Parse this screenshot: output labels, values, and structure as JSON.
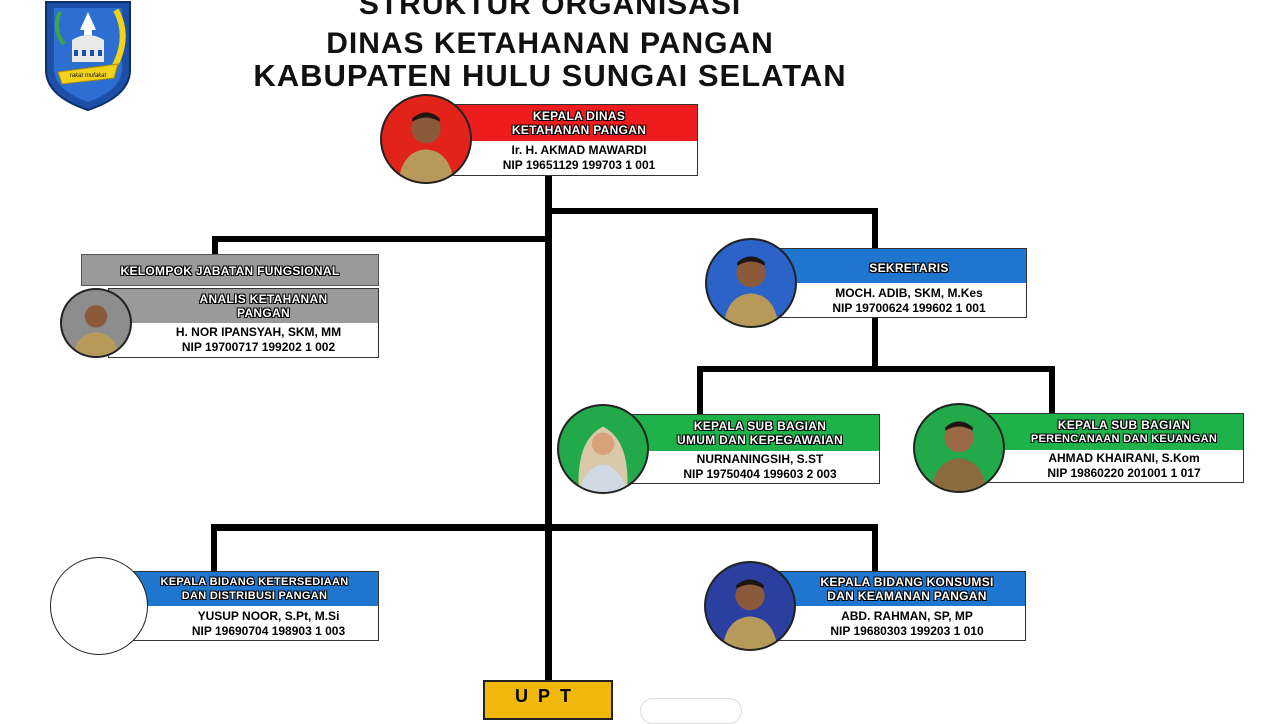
{
  "title": {
    "line1": "STRUKTUR ORGANISASI",
    "line2": "DINAS KETAHANAN PANGAN",
    "line3": "KABUPATEN HULU SUNGAI SELATAN"
  },
  "logo": {
    "ribbon_text": "rakat mufakat"
  },
  "kepala_dinas": {
    "title_line1": "KEPALA DINAS",
    "title_line2": "KETAHANAN PANGAN",
    "name": "Ir. H. AKMAD MAWARDI",
    "nip": "NIP 19651129 199703 1 001",
    "color": "#ee1c1c"
  },
  "fungsional": {
    "group_title": "KELOMPOK JABATAN FUNGSIONAL",
    "title_line1": "ANALIS KETAHANAN",
    "title_line2": "PANGAN",
    "name": "H. NOR IPANSYAH, SKM, MM",
    "nip": "NIP 19700717 199202 1 002",
    "color": "#9a9a9a"
  },
  "sekretaris": {
    "title": "SEKRETARIS",
    "name": "MOCH. ADIB, SKM, M.Kes",
    "nip": "NIP 19700624 199602 1 001",
    "color": "#1f76cf"
  },
  "subbag_umum": {
    "title_line1": "KEPALA SUB BAGIAN",
    "title_line2": "UMUM DAN KEPEGAWAIAN",
    "name": "NURNANINGSIH, S.ST",
    "nip": "NIP 19750404 199603 2 003",
    "color": "#20b24a"
  },
  "subbag_perencanaan": {
    "title_line1": "KEPALA SUB BAGIAN",
    "title_line2": "PERENCANAAN DAN KEUANGAN",
    "name": "AHMAD KHAIRANI, S.Kom",
    "nip": "NIP 19860220 201001 1 017",
    "color": "#20b24a"
  },
  "bidang_ketersediaan": {
    "title_line1": "KEPALA BIDANG KETERSEDIAAN",
    "title_line2": "DAN DISTRIBUSI PANGAN",
    "name": "YUSUP NOOR, S.Pt, M.Si",
    "nip": "NIP 19690704 198903 1 003",
    "color": "#1f76cf"
  },
  "bidang_konsumsi": {
    "title_line1": "KEPALA BIDANG KONSUMSI",
    "title_line2": "DAN KEAMANAN PANGAN",
    "name": "ABD. RAHMAN, SP, MP",
    "nip": "NIP 19680303 199203 1 010",
    "color": "#1f76cf"
  },
  "upt": {
    "label": "UPT"
  }
}
